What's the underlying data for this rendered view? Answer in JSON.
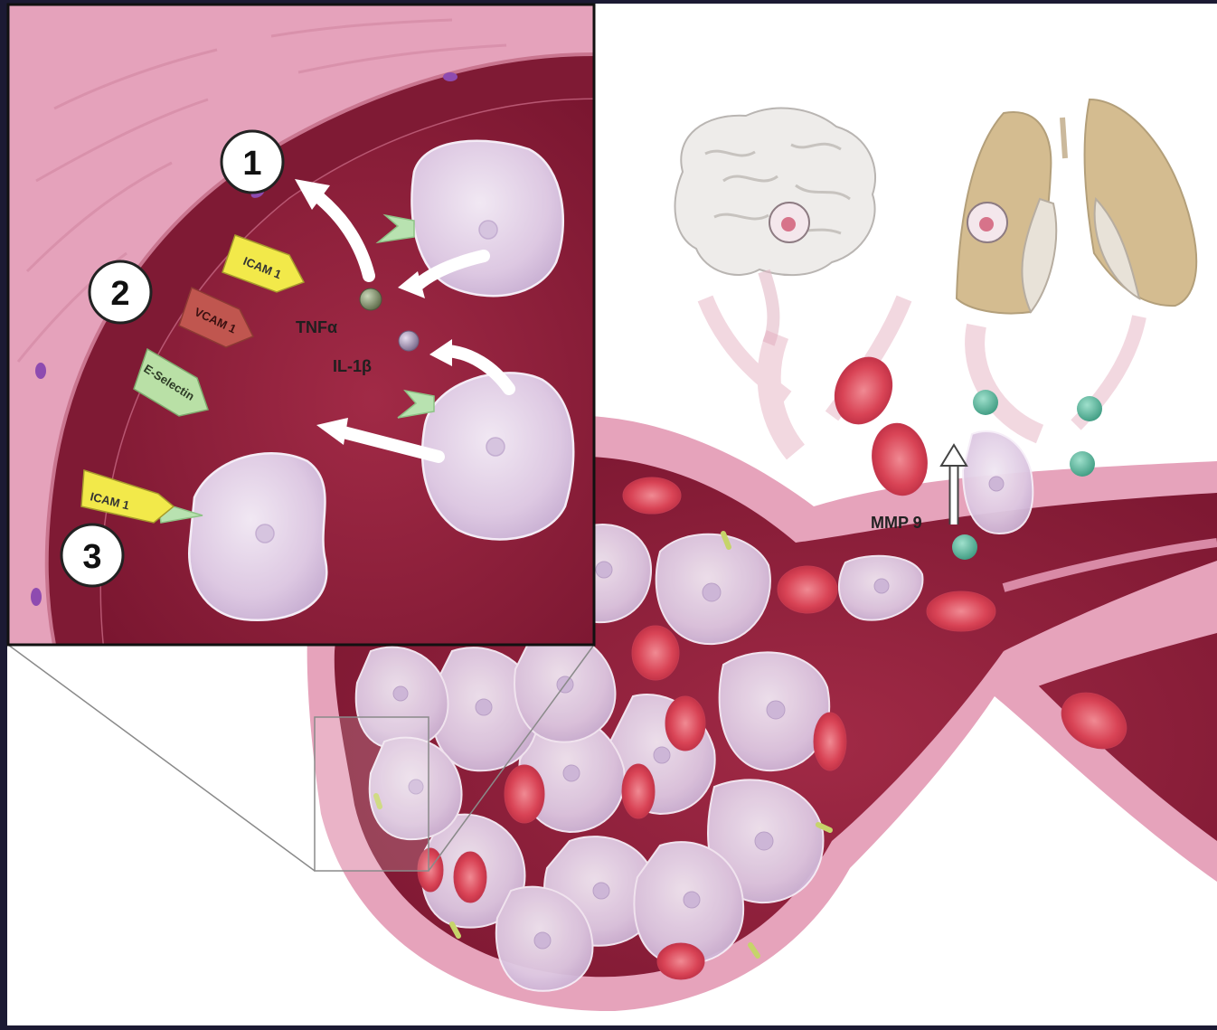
{
  "figure": {
    "step_markers": [
      "1",
      "2",
      "3"
    ],
    "labels": {
      "tnf": "TNFα",
      "il1b": "IL-1β",
      "mmp9": "MMP 9"
    },
    "adhesion_molecules": [
      {
        "label": "ICAM 1",
        "color": "#f2e94a"
      },
      {
        "label": "VCAM 1",
        "color": "#c0564f"
      },
      {
        "label": "E-Selectin",
        "color": "#9fd08a"
      },
      {
        "label": "ICAM 1",
        "color": "#f2e94a"
      }
    ],
    "colors": {
      "background": "#1c1a33",
      "vessel_wall": "#e8a4bd",
      "lumen": "#8e1f3a",
      "leukocyte": "#e6d8ec",
      "erythrocyte": "#dd5566",
      "cytokine_teal": "#4fae94",
      "lung": "#cdb48a",
      "brain": "#e9e7e6"
    }
  }
}
